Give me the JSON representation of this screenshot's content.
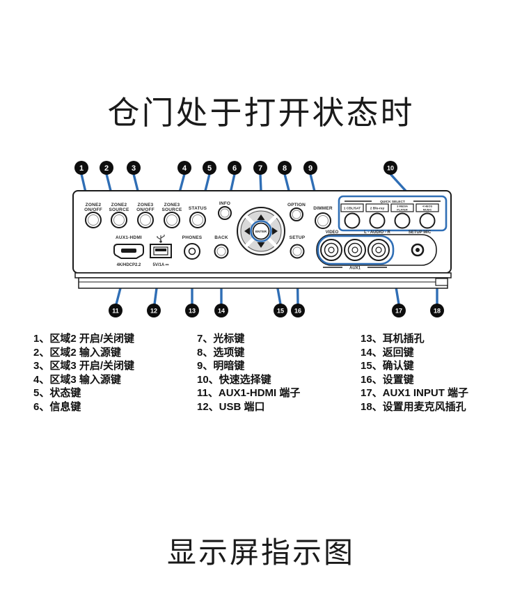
{
  "colors": {
    "accent_blue": "#2f6eb5",
    "callout_black": "#0d0d0d",
    "panel_line": "#1a1a1a"
  },
  "titles": {
    "top": "仓门处于打开状态时",
    "bottom": "显示屏指示图"
  },
  "panel": {
    "buttons": {
      "zone2_onoff": [
        "ZONE2",
        "ON/OFF"
      ],
      "zone2_source": [
        "ZONE2",
        "SOURCE"
      ],
      "zone3_onoff": [
        "ZONE3",
        "ON/OFF"
      ],
      "zone3_source": [
        "ZONE3",
        "SOURCE"
      ],
      "status": "STATUS",
      "info": "INFO",
      "option": "OPTION",
      "dimmer": "DIMMER",
      "enter": "ENTER",
      "back": "BACK",
      "setup": "SETUP",
      "phones": "PHONES"
    },
    "quick_select": {
      "header": "QUICK SELECT",
      "items": [
        {
          "line1": "1 CBL/SAT",
          "line2": ""
        },
        {
          "line1": "2 Blu-ray",
          "line2": ""
        },
        {
          "line1": "3 MEDIA",
          "line2": "PLAYER"
        },
        {
          "line1": "4 HEOS",
          "line2": "MUSIC"
        }
      ]
    },
    "ports": {
      "hdmi_label": "AUX1-HDMI",
      "hdmi_sub": "4K/HDCP2.2",
      "usb_sub": "5V/1A ⎓",
      "usb_icon": "usb-trident-icon",
      "video": "VIDEO",
      "audio_lr": "L - AUDIO - R",
      "setup_mic": "SETUP MIC",
      "aux1": "AUX1"
    }
  },
  "callouts": [
    "1",
    "2",
    "3",
    "4",
    "5",
    "6",
    "7",
    "8",
    "9",
    "10",
    "11",
    "12",
    "13",
    "14",
    "15",
    "16",
    "17",
    "18"
  ],
  "legend": {
    "columns": [
      {
        "items": [
          "1、区域2 开启/关闭键",
          "2、区域2 输入源键",
          "3、区域3 开启/关闭键",
          "4、区域3 输入源键",
          "5、状态键",
          "6、信息键"
        ]
      },
      {
        "items": [
          "7、光标键",
          "8、选项键",
          "9、明暗键",
          "10、快速选择键",
          "11、AUX1-HDMI 端子",
          "12、USB 端口"
        ]
      },
      {
        "items": [
          "13、耳机插孔",
          "14、返回键",
          "15、确认键",
          "16、设置键",
          "17、AUX1 INPUT 端子",
          "18、设置用麦克风插孔"
        ]
      }
    ]
  }
}
